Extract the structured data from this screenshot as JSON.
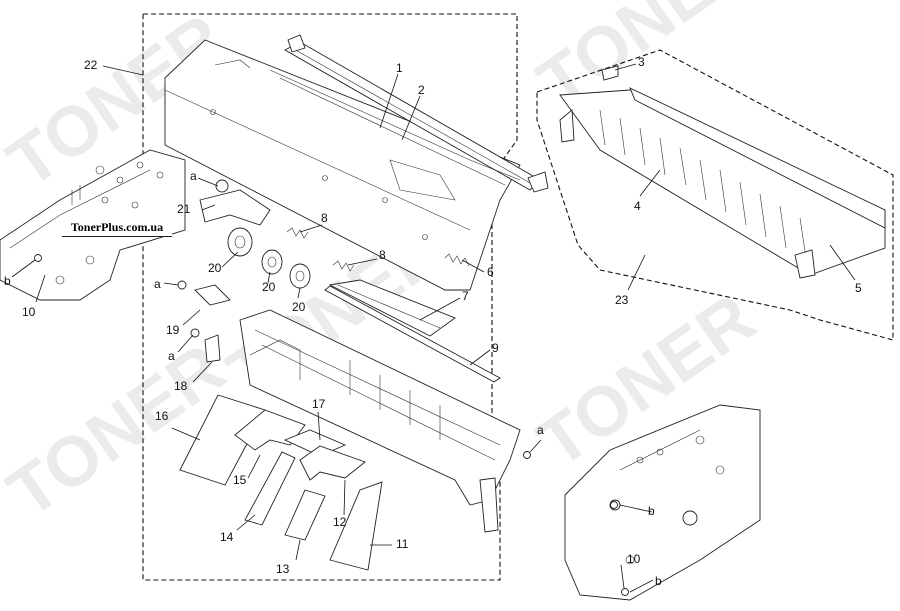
{
  "watermark": {
    "site": "TonerPlus.com.ua"
  },
  "callouts": [
    {
      "id": "c1",
      "text": "1"
    },
    {
      "id": "c2",
      "text": "2"
    },
    {
      "id": "c3",
      "text": "3"
    },
    {
      "id": "c4",
      "text": "4"
    },
    {
      "id": "c5",
      "text": "5"
    },
    {
      "id": "c6",
      "text": "6"
    },
    {
      "id": "c7",
      "text": "7"
    },
    {
      "id": "c8a",
      "text": "8"
    },
    {
      "id": "c8b",
      "text": "8"
    },
    {
      "id": "c9",
      "text": "9"
    },
    {
      "id": "c10a",
      "text": "10"
    },
    {
      "id": "c10b",
      "text": "10"
    },
    {
      "id": "c11",
      "text": "11"
    },
    {
      "id": "c12",
      "text": "12"
    },
    {
      "id": "c13",
      "text": "13"
    },
    {
      "id": "c14",
      "text": "14"
    },
    {
      "id": "c15",
      "text": "15"
    },
    {
      "id": "c16",
      "text": "16"
    },
    {
      "id": "c17",
      "text": "17"
    },
    {
      "id": "c18",
      "text": "18"
    },
    {
      "id": "c19",
      "text": "19"
    },
    {
      "id": "c20a",
      "text": "20"
    },
    {
      "id": "c20b",
      "text": "20"
    },
    {
      "id": "c20c",
      "text": "20"
    },
    {
      "id": "c21",
      "text": "21"
    },
    {
      "id": "c22",
      "text": "22"
    },
    {
      "id": "c23",
      "text": "23"
    },
    {
      "id": "ca1",
      "text": "a"
    },
    {
      "id": "ca2",
      "text": "a"
    },
    {
      "id": "ca3",
      "text": "a"
    },
    {
      "id": "ca4",
      "text": "a"
    },
    {
      "id": "cb1",
      "text": "b"
    },
    {
      "id": "cb2",
      "text": "b"
    },
    {
      "id": "cb3",
      "text": "b"
    }
  ]
}
